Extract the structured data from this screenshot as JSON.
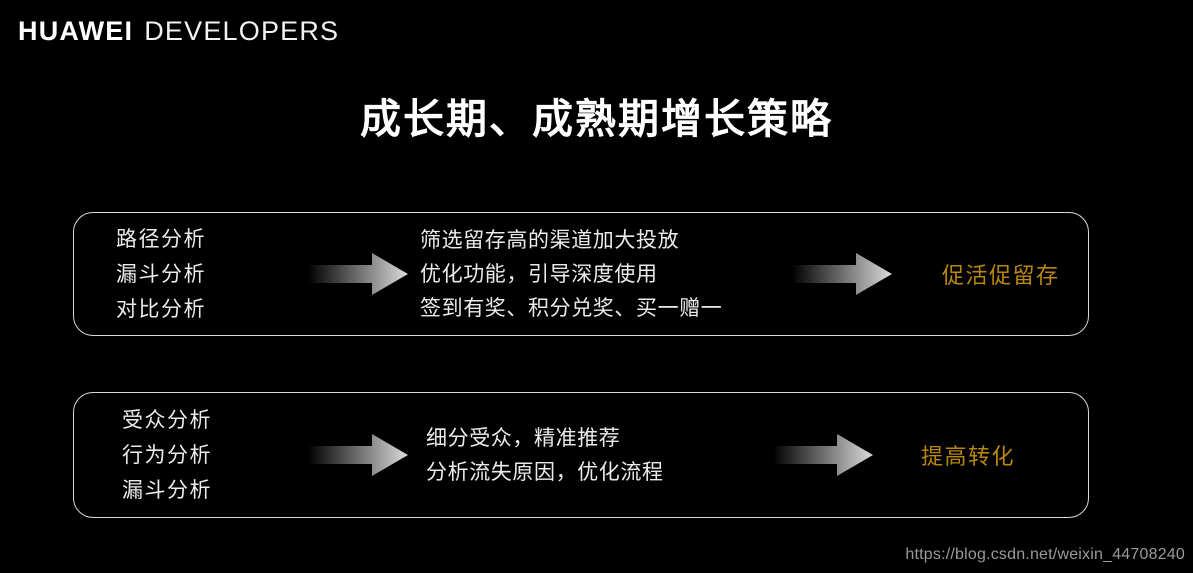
{
  "brand": {
    "bold": "HUAWEI",
    "light": "DEVELOPERS"
  },
  "title": "成长期、成熟期增长策略",
  "colors": {
    "background": "#000000",
    "text": "#ebebeb",
    "accent_gold": "#b8860b",
    "box_border": "#d9d9d9",
    "arrow_start": "#000000",
    "arrow_end": "#dcdcdc",
    "watermark": "#9a9a9a"
  },
  "boxes": [
    {
      "id": "growth",
      "inputs": [
        "路径分析",
        "漏斗分析",
        "对比分析"
      ],
      "actions": [
        "筛选留存高的渠道加大投放",
        "优化功能，引导深度使用",
        "签到有奖、积分兑奖、买一赠一"
      ],
      "outcome": "促活促留存"
    },
    {
      "id": "mature",
      "inputs": [
        "受众分析",
        "行为分析",
        "漏斗分析"
      ],
      "actions": [
        "细分受众，精准推荐",
        "分析流失原因，优化流程"
      ],
      "outcome": "提高转化"
    }
  ],
  "watermark": "https://blog.csdn.net/weixin_44708240"
}
